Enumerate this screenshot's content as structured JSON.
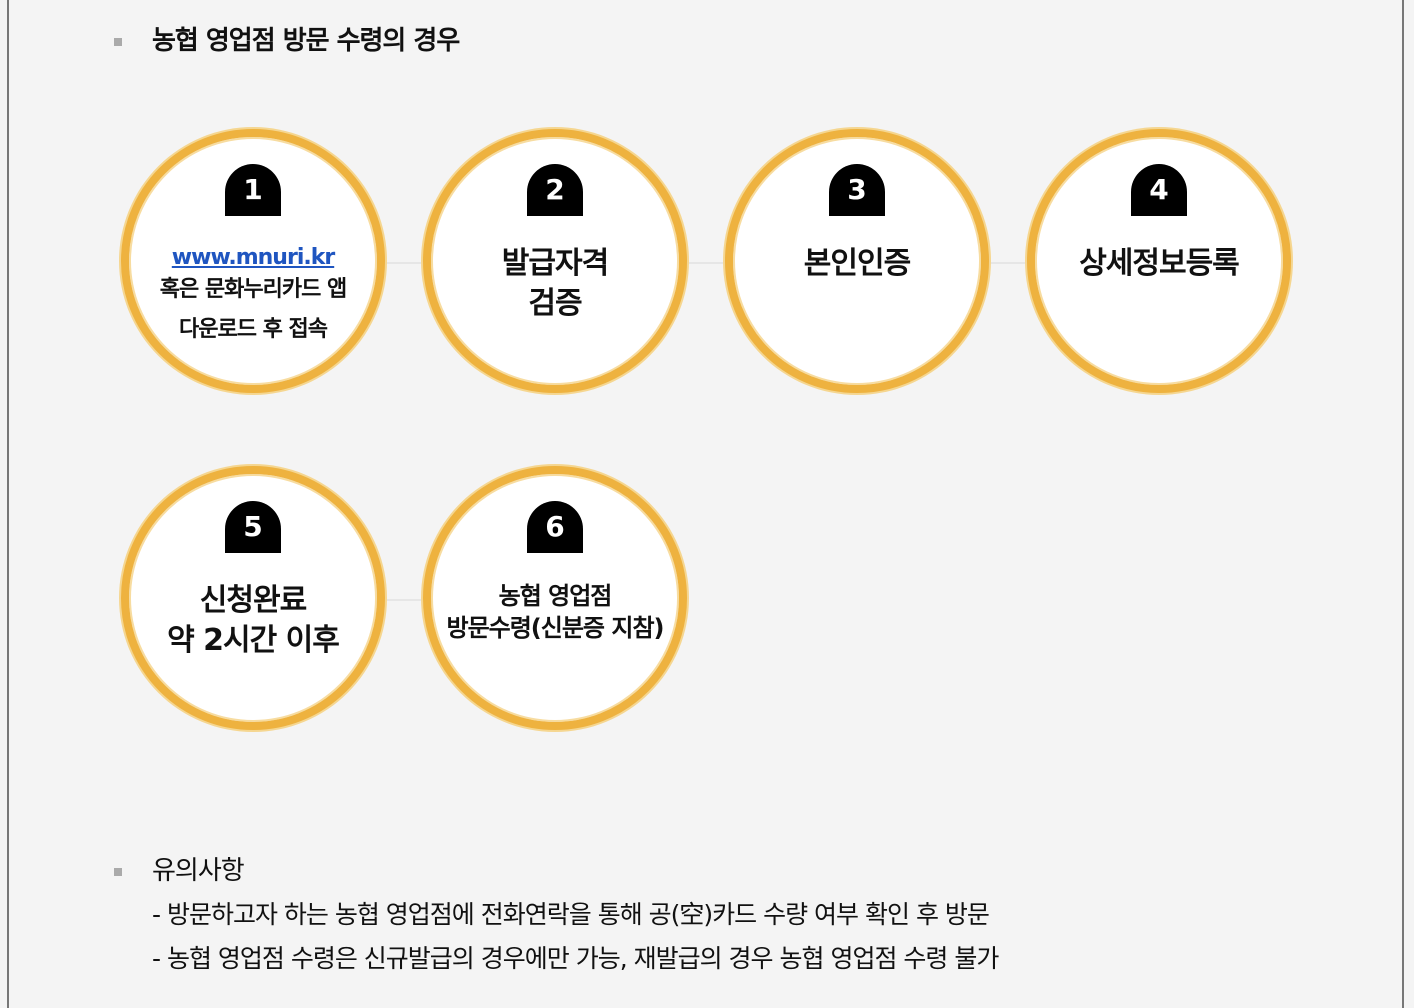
{
  "section": {
    "title": "농협 영업점 방문 수령의 경우"
  },
  "steps": [
    {
      "num": "1",
      "link": "www.mnuri.kr",
      "line2": "혹은 문화누리카드 앱",
      "line3": "다운로드 후 접속"
    },
    {
      "num": "2",
      "line1": "발급자격",
      "line2": "검증"
    },
    {
      "num": "3",
      "line1": "본인인증"
    },
    {
      "num": "4",
      "line1": "상세정보등록"
    },
    {
      "num": "5",
      "line1": "신청완료",
      "line2": "약 2시간 이후"
    },
    {
      "num": "6",
      "line1": "농협 영업점",
      "line2": "방문수령(신분증 지참)"
    }
  ],
  "notes": {
    "title": "유의사항",
    "items": [
      "- 방문하고자 하는 농협 영업점에 전화연락을 통해 공(空)카드 수량 여부 확인 후 방문",
      "- 농협 영업점 수령은 신규발급의 경우에만 가능, 재발급의 경우 농협 영업점 수령 불가"
    ]
  },
  "colors": {
    "ring": "#eeb23f",
    "badge": "#000000",
    "link": "#1f55c0"
  }
}
